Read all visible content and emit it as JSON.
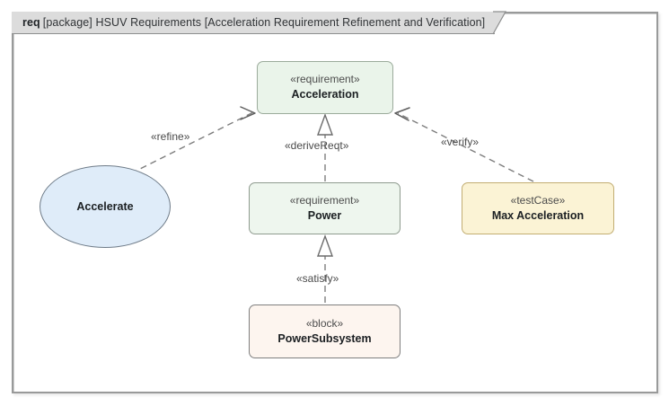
{
  "frame": {
    "kind": "req",
    "scope": "[package] HSUV Requirements [Acceleration Requirement Refinement and Verification]",
    "border_color": "#999a9a",
    "header_fill": "#dcdcdc"
  },
  "nodes": {
    "acceleration": {
      "stereotype": "«requirement»",
      "name": "Acceleration",
      "fill": "#eaf4ea",
      "stroke": "#9bab9b",
      "shape": "rounded-rectangle"
    },
    "power": {
      "stereotype": "«requirement»",
      "name": "Power",
      "fill": "#eef6ee",
      "stroke": "#8f9b8f",
      "shape": "rounded-rectangle"
    },
    "max_acceleration": {
      "stereotype": "«testCase»",
      "name": "Max Acceleration",
      "fill": "#fbf3d5",
      "stroke": "#c2ad72",
      "shape": "rounded-rectangle"
    },
    "power_subsystem": {
      "stereotype": "«block»",
      "name": "PowerSubsystem",
      "fill": "#fdf5ef",
      "stroke": "#7f7f7f",
      "shape": "rounded-rectangle"
    },
    "accelerate": {
      "name": "Accelerate",
      "fill": "#dfecf9",
      "stroke": "#6e7b88",
      "shape": "ellipse"
    }
  },
  "edges": {
    "refine": {
      "label": "«refine»",
      "from": "Accelerate",
      "to": "Acceleration",
      "line": "dashed",
      "arrowhead": "open"
    },
    "derivereqt": {
      "label": "«deriveReqt»",
      "from": "Power",
      "to": "Acceleration",
      "line": "dashed",
      "arrowhead": "hollow-triangle"
    },
    "verify": {
      "label": "«verify»",
      "from": "Max Acceleration",
      "to": "Acceleration",
      "line": "dashed",
      "arrowhead": "open"
    },
    "satisfy": {
      "label": "«satisfy»",
      "from": "PowerSubsystem",
      "to": "Power",
      "line": "dashed",
      "arrowhead": "hollow-triangle"
    }
  }
}
